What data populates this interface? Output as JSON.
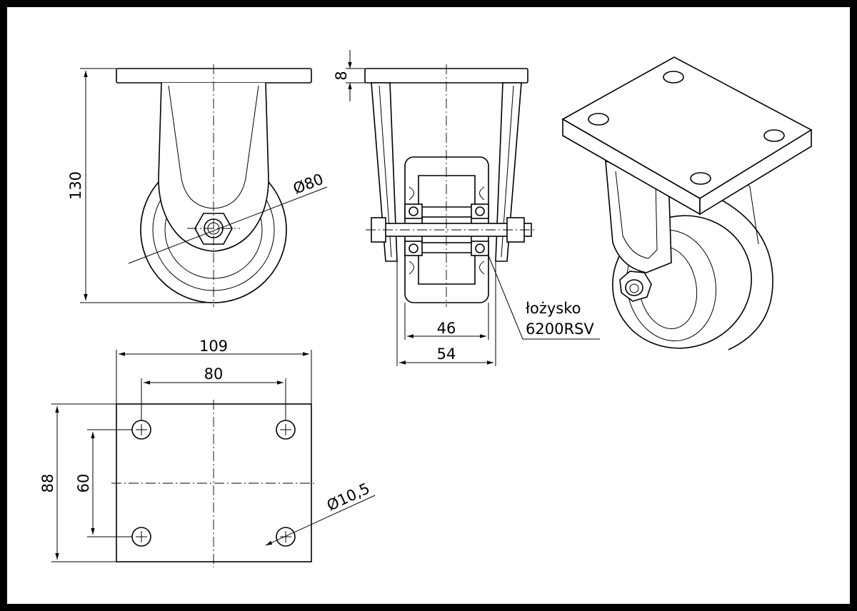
{
  "drawing": {
    "colors": {
      "frame": "#000000",
      "paper": "#ffffff",
      "ink": "#000000"
    },
    "side_view": {
      "height_dim": "130",
      "wheel_dia_dim": "Ø80"
    },
    "front_view": {
      "plate_thickness_dim": "8",
      "wheel_width_dim": "46",
      "fork_width_dim": "54",
      "bearing_label_line1": "łożysko",
      "bearing_label_line2": "6200RSV"
    },
    "top_plate_view": {
      "plate_width_dim": "109",
      "hole_spacing_x_dim": "80",
      "plate_depth_dim": "88",
      "hole_spacing_y_dim": "60",
      "hole_dia_dim": "Ø10,5"
    }
  }
}
